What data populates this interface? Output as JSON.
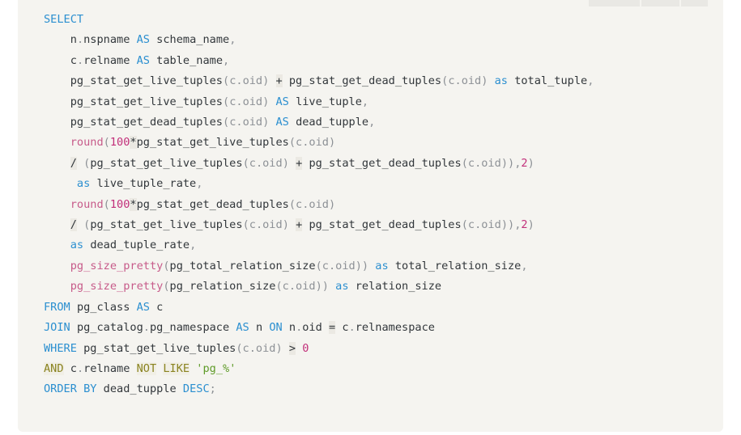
{
  "window": {
    "background_color": "#ffffff",
    "code_background_color": "#f5f4f0"
  },
  "toolbar": {
    "buttons": [
      {
        "name": "toolbar-button-1",
        "label": ""
      },
      {
        "name": "toolbar-button-2",
        "label": ""
      },
      {
        "name": "toolbar-button-3",
        "label": ""
      }
    ]
  },
  "code": {
    "language": "sql",
    "colors": {
      "keyword": "#2b8fd0",
      "operator_keyword": "#8a8320",
      "function": "#c75b8a",
      "number": "#c22f7a",
      "string": "#5f9b28",
      "identifier": "#32373b",
      "punctuation": "#8d9196",
      "background": "#f5f4f0"
    },
    "lines": [
      "SELECT",
      "    n.nspname AS schema_name,",
      "    c.relname AS table_name,",
      "    pg_stat_get_live_tuples(c.oid) + pg_stat_get_dead_tuples(c.oid) as total_tuple,",
      "    pg_stat_get_live_tuples(c.oid) AS live_tuple,",
      "    pg_stat_get_dead_tuples(c.oid) AS dead_tupple,",
      "    round(100*pg_stat_get_live_tuples(c.oid)",
      "    / (pg_stat_get_live_tuples(c.oid) + pg_stat_get_dead_tuples(c.oid)),2)",
      "     as live_tuple_rate,",
      "    round(100*pg_stat_get_dead_tuples(c.oid)",
      "    / (pg_stat_get_live_tuples(c.oid) + pg_stat_get_dead_tuples(c.oid)),2)",
      "    as dead_tuple_rate,",
      "    pg_size_pretty(pg_total_relation_size(c.oid)) as total_relation_size,",
      "    pg_size_pretty(pg_relation_size(c.oid)) as relation_size",
      "FROM pg_class AS c",
      "JOIN pg_catalog.pg_namespace AS n ON n.oid = c.relnamespace",
      "WHERE pg_stat_get_live_tuples(c.oid) > 0",
      "AND c.relname NOT LIKE 'pg_%'",
      "ORDER BY dead_tupple DESC;"
    ],
    "full_text": "SELECT\n    n.nspname AS schema_name,\n    c.relname AS table_name,\n    pg_stat_get_live_tuples(c.oid) + pg_stat_get_dead_tuples(c.oid) as total_tuple,\n    pg_stat_get_live_tuples(c.oid) AS live_tuple,\n    pg_stat_get_dead_tuples(c.oid) AS dead_tupple,\n    round(100*pg_stat_get_live_tuples(c.oid)\n    / (pg_stat_get_live_tuples(c.oid) + pg_stat_get_dead_tuples(c.oid)),2)\n     as live_tuple_rate,\n    round(100*pg_stat_get_dead_tuples(c.oid)\n    / (pg_stat_get_live_tuples(c.oid) + pg_stat_get_dead_tuples(c.oid)),2)\n    as dead_tuple_rate,\n    pg_size_pretty(pg_total_relation_size(c.oid)) as total_relation_size,\n    pg_size_pretty(pg_relation_size(c.oid)) as relation_size\nFROM pg_class AS c\nJOIN pg_catalog.pg_namespace AS n ON n.oid = c.relnamespace\nWHERE pg_stat_get_live_tuples(c.oid) > 0\nAND c.relname NOT LIKE 'pg_%'\nORDER BY dead_tupple DESC;",
    "keywords": [
      "SELECT",
      "AS",
      "as",
      "FROM",
      "JOIN",
      "ON",
      "WHERE",
      "AND",
      "NOT",
      "LIKE",
      "ORDER",
      "BY",
      "DESC"
    ],
    "functions": [
      "round",
      "pg_size_pretty"
    ],
    "numbers": [
      "100",
      "2",
      "0"
    ],
    "strings": [
      "'pg_%'"
    ],
    "identifiers": [
      "n.nspname",
      "schema_name",
      "c.relname",
      "table_name",
      "pg_stat_get_live_tuples",
      "pg_stat_get_dead_tuples",
      "c.oid",
      "total_tuple",
      "live_tuple",
      "dead_tupple",
      "live_tuple_rate",
      "dead_tuple_rate",
      "pg_total_relation_size",
      "total_relation_size",
      "pg_relation_size",
      "relation_size",
      "pg_class",
      "c",
      "pg_catalog.pg_namespace",
      "n",
      "n.oid",
      "c.relnamespace"
    ]
  }
}
